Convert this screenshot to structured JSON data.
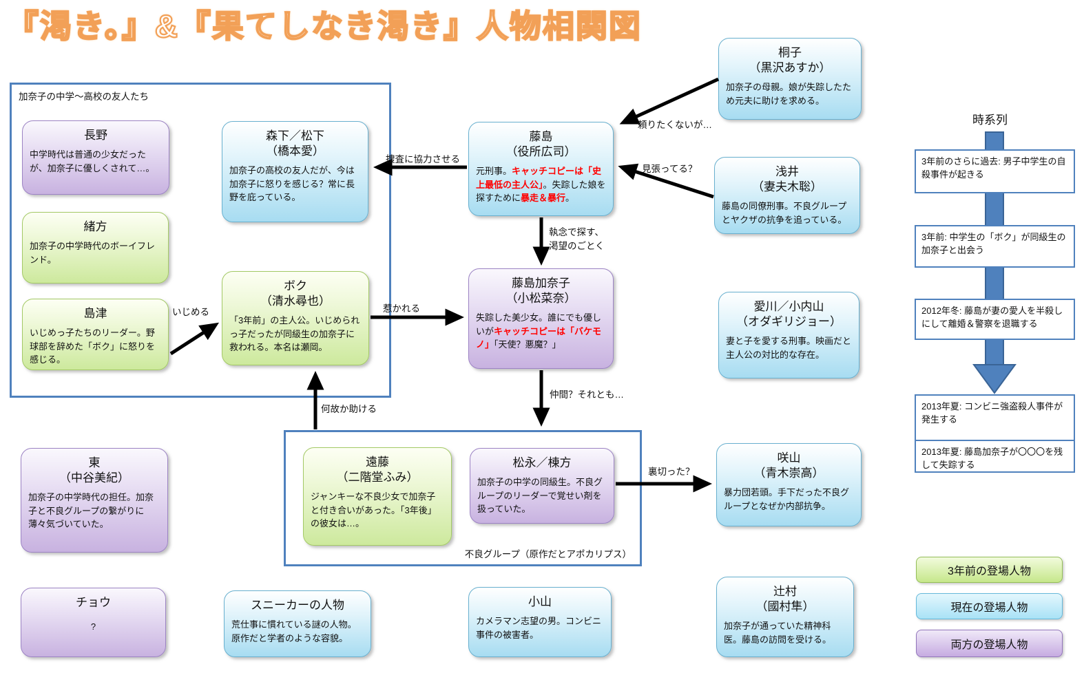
{
  "title": "『渇き。』&『果てしなき渇き』人物相関図",
  "colors": {
    "accent_red": "#ff0000",
    "timeline_arrow_blue": "#4f81bd",
    "title_orange": "#f2a057"
  },
  "groups": {
    "friends": {
      "label": "加奈子の中学～高校の友人たち"
    },
    "gang": {
      "label": "不良グループ（原作だとアポカリプス）"
    }
  },
  "cards": {
    "kiriko": {
      "name": "桐子",
      "actor": "（黒沢あすか）",
      "desc": [
        {
          "t": "加奈子の母親。娘が失踪したため元夫に助けを求める。"
        }
      ]
    },
    "fujishima": {
      "name": "藤島",
      "actor": "（役所広司）",
      "desc": [
        {
          "t": "元刑事。"
        },
        {
          "t": "キャッチコピーは「史上最低の主人公」",
          "red": true
        },
        {
          "t": "。失踪した娘を探すために"
        },
        {
          "t": "暴走＆暴行",
          "red": true
        },
        {
          "t": "。"
        }
      ]
    },
    "asai": {
      "name": "浅井",
      "actor": "（妻夫木聡）",
      "desc": [
        {
          "t": "藤島の同僚刑事。不良グループとヤクザの抗争を追っている。"
        }
      ]
    },
    "morishita": {
      "name": "森下／松下",
      "actor": "（橋本愛）",
      "desc": [
        {
          "t": "加奈子の高校の友人だが、今は加奈子に怒りを感じる？常に長野を庇っている。"
        }
      ]
    },
    "nagano": {
      "name": "長野",
      "desc": [
        {
          "t": "中学時代は普通の少女だったが、加奈子に優しくされて…。"
        }
      ]
    },
    "ogata": {
      "name": "緒方",
      "desc": [
        {
          "t": "加奈子の中学時代のボーイフレンド。"
        }
      ]
    },
    "shimazu": {
      "name": "島津",
      "desc": [
        {
          "t": "いじめっ子たちのリーダー。野球部を辞めた「ボク」に怒りを感じる。"
        }
      ]
    },
    "boku": {
      "name": "ボク",
      "actor": "（清水尋也）",
      "desc": [
        {
          "t": "「3年前」の主人公。いじめられっ子だったが同級生の加奈子に救われる。本名は瀬岡。"
        }
      ]
    },
    "kanako": {
      "name": "藤島加奈子",
      "actor": "（小松菜奈）",
      "desc": [
        {
          "t": "失踪した美少女。誰にでも優しいが"
        },
        {
          "t": "キャッチコピーは「バケモノ」",
          "red": true
        },
        {
          "t": "「天使？悪魔？」"
        }
      ]
    },
    "aikawa": {
      "name": "愛川／小内山",
      "actor": "（オダギリジョー）",
      "desc": [
        {
          "t": "妻と子を愛する刑事。映画だと主人公の対比的な存在。"
        }
      ]
    },
    "azuma": {
      "name": "東",
      "actor": "（中谷美紀）",
      "desc": [
        {
          "t": "加奈子の中学時代の担任。加奈子と不良グループの繋がりに薄々気づいていた。"
        }
      ]
    },
    "endo": {
      "name": "遠藤",
      "actor": "（二階堂ふみ）",
      "desc": [
        {
          "t": "ジャンキーな不良少女で加奈子と付き合いがあった。「3年後」の彼女は…。"
        }
      ]
    },
    "matsunaga": {
      "name": "松永／棟方",
      "desc": [
        {
          "t": "加奈子の中学の同級生。不良グループのリーダーで覚せい剤を扱っていた。"
        }
      ]
    },
    "sakiyama": {
      "name": "咲山",
      "actor": "（青木崇高）",
      "desc": [
        {
          "t": "暴力団若頭。手下だった不良グループとなぜか内部抗争。"
        }
      ]
    },
    "cho": {
      "name": "チョウ",
      "desc": [
        {
          "t": "?"
        }
      ]
    },
    "sneaker": {
      "name": "スニーカーの人物",
      "desc": [
        {
          "t": "荒仕事に慣れている謎の人物。原作だと学者のような容貌。"
        }
      ]
    },
    "koyama": {
      "name": "小山",
      "desc": [
        {
          "t": "カメラマン志望の男。コンビニ事件の被害者。"
        }
      ]
    },
    "tsujimura": {
      "name": "辻村",
      "actor": "（國村隼）",
      "desc": [
        {
          "t": "加奈子が通っていた精神科医。藤島の訪問を受ける。"
        }
      ]
    }
  },
  "edges": {
    "rely": "頼りたくないが…",
    "watch": "見張ってる？",
    "cooperate": "捜査に協力させる",
    "obsession": "執念で探す、\n渇望のごとく",
    "attracted": "惹かれる",
    "ijimeru": "いじめる",
    "companion": "仲間？それとも…",
    "why_help": "何故か助ける",
    "betray": "裏切った？"
  },
  "timeline": {
    "title": "時系列",
    "items": [
      "3年前のさらに過去: 男子中学生の自殺事件が起きる",
      "3年前: 中学生の「ボク」が同級生の加奈子と出会う",
      "2012年冬: 藤島が妻の愛人を半殺しにして離婚＆警察を退職する",
      "2013年夏: コンビニ強盗殺人事件が発生する",
      "2013年夏: 藤島加奈子が〇〇〇を残して失踪する"
    ]
  },
  "legend": {
    "past": "3年前の登場人物",
    "present": "現在の登場人物",
    "both": "両方の登場人物"
  }
}
